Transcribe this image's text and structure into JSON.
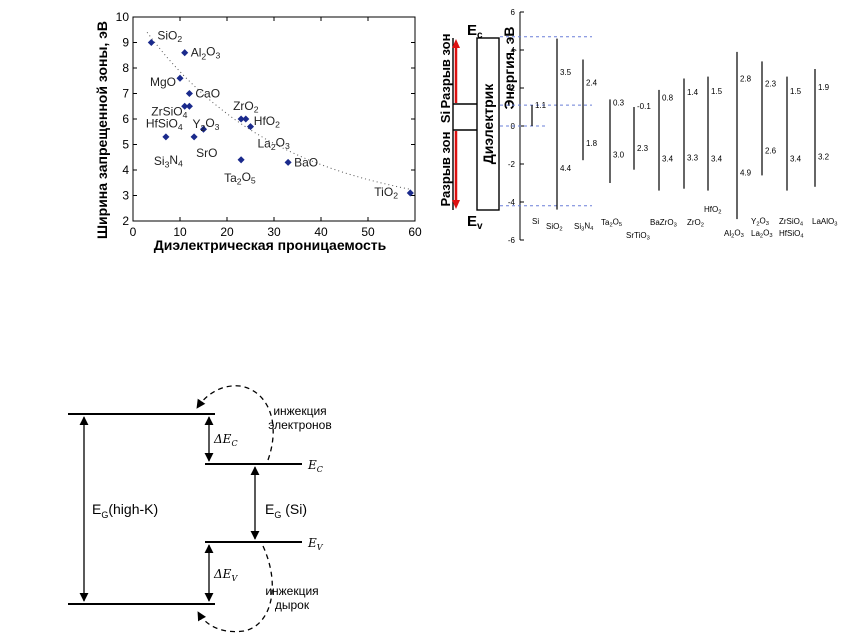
{
  "chart_data": [
    {
      "type": "scatter",
      "xlabel": "Диэлектрическая проницаемость",
      "ylabel": "Ширина запрещенной зоны, эВ",
      "xlim": [
        0,
        60
      ],
      "ylim": [
        2,
        10
      ],
      "xticks": [
        0,
        10,
        20,
        30,
        40,
        50,
        60
      ],
      "yticks": [
        2,
        3,
        4,
        5,
        6,
        7,
        8,
        9,
        10
      ],
      "trend": "dotted curve",
      "points": [
        {
          "label": "SiO",
          "sub": "2",
          "x": 3.9,
          "y": 9.0
        },
        {
          "label": "Al",
          "sub": "2",
          "post": "O",
          "sub2": "3",
          "x": 11,
          "y": 8.6
        },
        {
          "label": "MgO",
          "x": 10,
          "y": 7.6
        },
        {
          "label": "CaO",
          "x": 12,
          "y": 7.0
        },
        {
          "label": "ZrSiO",
          "sub": "4",
          "x": 12,
          "y": 6.5
        },
        {
          "label": "HfSiO",
          "sub": "4",
          "x": 11,
          "y": 6.5
        },
        {
          "label": "Si",
          "sub": "3",
          "post": "N",
          "sub2": "4",
          "x": 7,
          "y": 5.3
        },
        {
          "label": "Y",
          "sub": "2",
          "post": "O",
          "sub2": "3",
          "x": 15,
          "y": 5.6
        },
        {
          "label": "SrO",
          "x": 13,
          "y": 5.3
        },
        {
          "label": "ZrO",
          "sub": "2",
          "x": 23,
          "y": 6.0
        },
        {
          "label": "HfO",
          "sub": "2",
          "x": 24,
          "y": 6.0
        },
        {
          "label": "La",
          "sub": "2",
          "post": "O",
          "sub2": "3",
          "x": 25,
          "y": 5.7
        },
        {
          "label": "Ta",
          "sub": "2",
          "post": "O",
          "sub2": "5",
          "x": 23,
          "y": 4.4
        },
        {
          "label": "BaO",
          "x": 33,
          "y": 4.3
        },
        {
          "label": "TiO",
          "sub": "2",
          "x": 59,
          "y": 3.1
        }
      ]
    },
    {
      "type": "bar",
      "ylabel": "Энергия, эВ",
      "ylim": [
        -6,
        6
      ],
      "yticks": [
        -6,
        -4,
        -2,
        0,
        2,
        4,
        6
      ],
      "reference_lines_y": [
        4.7,
        1.1,
        0,
        -4.2
      ],
      "reference_line_style": "blue dashed",
      "materials": [
        {
          "name": "Si",
          "cb": 1.1,
          "vb": 0,
          "cbo_label": "1.1",
          "vbo_label": ""
        },
        {
          "name": "SiO",
          "sub": "2",
          "cb": 4.6,
          "vb": -4.4,
          "cbo_label": "3.5",
          "vbo_label": "4.4"
        },
        {
          "name": "Si",
          "sub": "3",
          "post": "N",
          "sub2": "4",
          "cb": 3.5,
          "vb": -1.8,
          "cbo_label": "2.4",
          "vbo_label": "1.8"
        },
        {
          "name": "Ta",
          "sub": "2",
          "post": "O",
          "sub2": "5",
          "cb": 1.4,
          "vb": -3.0,
          "cbo_label": "0.3",
          "vbo_label": "3.0"
        },
        {
          "name": "SrTiO",
          "sub": "3",
          "cb": 1.0,
          "vb": -2.3,
          "cbo_label": "-0.1",
          "vbo_label": "2.3"
        },
        {
          "name": "BaZrO",
          "sub": "3",
          "cb": 1.9,
          "vb": -3.4,
          "cbo_label": "0.8",
          "vbo_label": "3.4"
        },
        {
          "name": "ZrO",
          "sub": "2",
          "cb": 2.5,
          "vb": -3.3,
          "cbo_label": "1.4",
          "vbo_label": "3.3"
        },
        {
          "name": "HfO",
          "sub": "2",
          "cb": 2.6,
          "vb": -3.4,
          "cbo_label": "1.5",
          "vbo_label": "3.4"
        },
        {
          "name": "Al",
          "sub": "2",
          "post": "O",
          "sub2": "3",
          "cb": 3.9,
          "vb": -4.9,
          "cbo_label": "2.8",
          "vbo_label": "4.9"
        },
        {
          "name": "Y",
          "sub": "2",
          "post": "O",
          "sub2": "3",
          "cb": 3.4,
          "vb": -2.6,
          "cbo_label": "2.3",
          "vbo_label": "2.6"
        },
        {
          "name": "La",
          "sub": "2",
          "post": "O",
          "sub2": "3",
          "cb": 3.4,
          "vb": -2.6,
          "cbo_label": "",
          "vbo_label": ""
        },
        {
          "name": "ZrSiO",
          "sub": "4",
          "cb": 2.6,
          "vb": -3.4,
          "cbo_label": "1.5",
          "vbo_label": "3.4"
        },
        {
          "name": "HfSiO",
          "sub": "4",
          "cb": 2.6,
          "vb": -3.4,
          "cbo_label": "",
          "vbo_label": ""
        },
        {
          "name": "LaAlO",
          "sub": "3",
          "cb": 3.0,
          "vb": -3.2,
          "cbo_label": "1.9",
          "vbo_label": "3.2"
        }
      ],
      "inset": {
        "ec": {
          "main": "E",
          "sub": "c"
        },
        "ev": {
          "main": "E",
          "sub": "v"
        },
        "box_label": "Диэлектрик",
        "top_offset_label": "Разрыв зон",
        "bottom_offset_label": "Разрыв зон",
        "si_label": "Si"
      }
    }
  ],
  "diagram": {
    "high_k": {
      "main": "E",
      "sub": "G",
      "rest": "(high-K)"
    },
    "si_gap": {
      "main": "E",
      "sub": "G",
      "rest": " (Si)"
    },
    "ec": {
      "main": "E",
      "sub": "C"
    },
    "ev": {
      "main": "E",
      "sub": "V"
    },
    "delta_ec": {
      "main": "ΔE",
      "sub": "C"
    },
    "delta_ev": {
      "main": "ΔE",
      "sub": "V"
    },
    "electron_injection": [
      "инжекция",
      "электронов"
    ],
    "hole_injection": [
      "инжекция",
      "дырок"
    ]
  },
  "colors": {
    "marker": "#1a2a8c",
    "ref_line": "#6a7fd8",
    "inset_arrow": "#dd1111"
  }
}
